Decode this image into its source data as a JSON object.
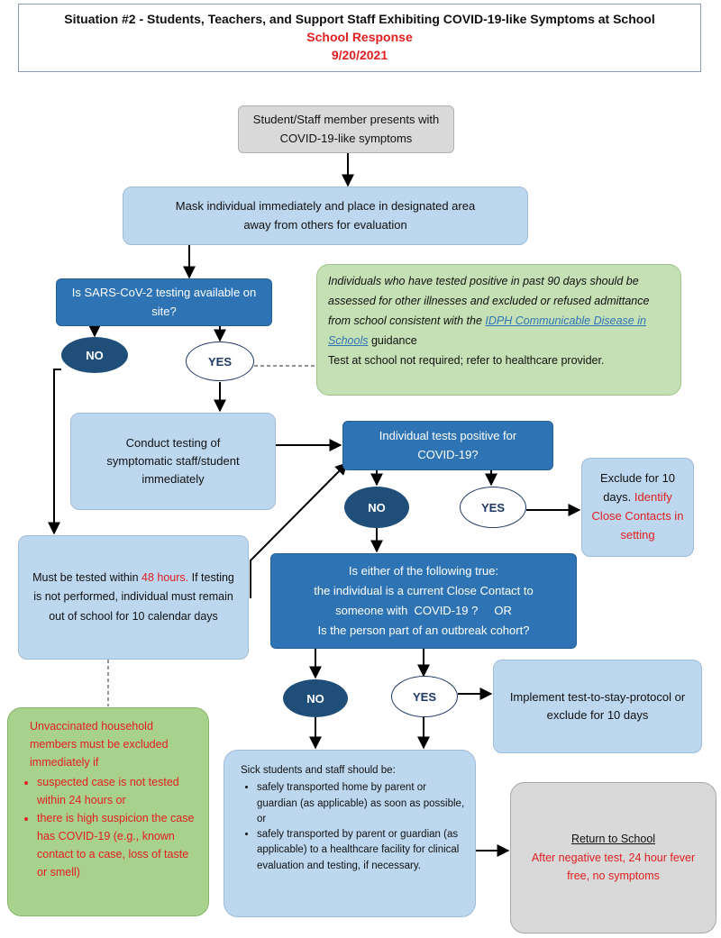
{
  "header": {
    "title": "Situation #2 - Students, Teachers, and Support Staff Exhibiting COVID-19-like Symptoms at School",
    "subtitle": "School Response",
    "date": "9/20/2021"
  },
  "nodes": {
    "presents": "Student/Staff member presents with COVID-19-like symptoms",
    "mask": "Mask individual immediately and place in designated area away from others for evaluation",
    "testing_q": "Is SARS-CoV-2 testing available on site?",
    "green_note": {
      "part1": "Individuals who have tested positive in past 90 days should be assessed for other illnesses and excluded or refused admittance from school consistent with the ",
      "link": "IDPH Communicable Disease in Schools",
      "part2": " guidance",
      "line2": "Test at school not required; refer to healthcare provider."
    },
    "no1": "NO",
    "yes1": "YES",
    "conduct": "Conduct testing of symptomatic staff/student immediately",
    "positive_q": "Individual tests positive for COVID-19?",
    "no2": "NO",
    "yes2": "YES",
    "exclude10": {
      "text": "Exclude for 10 days.",
      "red": "Identify Close Contacts in setting"
    },
    "must_test": {
      "line1": "Must be tested within ",
      "red": "48 hours.",
      "rest": "If testing is not performed, individual must remain out of school for 10 calendar days"
    },
    "either_q": {
      "l1": "Is either of the following true:",
      "l2": "the individual is a current Close Contact to",
      "l3": "someone with  COVID-19 ?     OR",
      "l4": "Is the person part of an outbreak cohort?"
    },
    "no3": "NO",
    "yes3": "YES",
    "test_to_stay": "Implement test-to-stay-protocol or exclude for 10 days",
    "unvax": {
      "intro": "Unvaccinated household members must be excluded immediately if",
      "b1": "suspected case is not tested within 24 hours or",
      "b2": "there is high suspicion the case has COVID-19 (e.g., known contact to a case, loss of taste or smell)"
    },
    "sick": {
      "intro": "Sick students and staff should be:",
      "b1": "safely transported home by parent or guardian (as applicable) as soon as possible, or",
      "b2": "safely transported by parent or guardian (as applicable) to a healthcare facility for clinical evaluation and testing, if necessary."
    },
    "return": {
      "title": "Return to School",
      "red": "After negative test, 24 hour fever free, no symptoms"
    }
  },
  "colors": {
    "light_blue": "#bdd7ee",
    "dark_blue": "#2e74b5",
    "navy": "#1f4e79",
    "green": "#c5e0b4",
    "red_text": "#e02020",
    "gray": "#d9d9d9"
  }
}
